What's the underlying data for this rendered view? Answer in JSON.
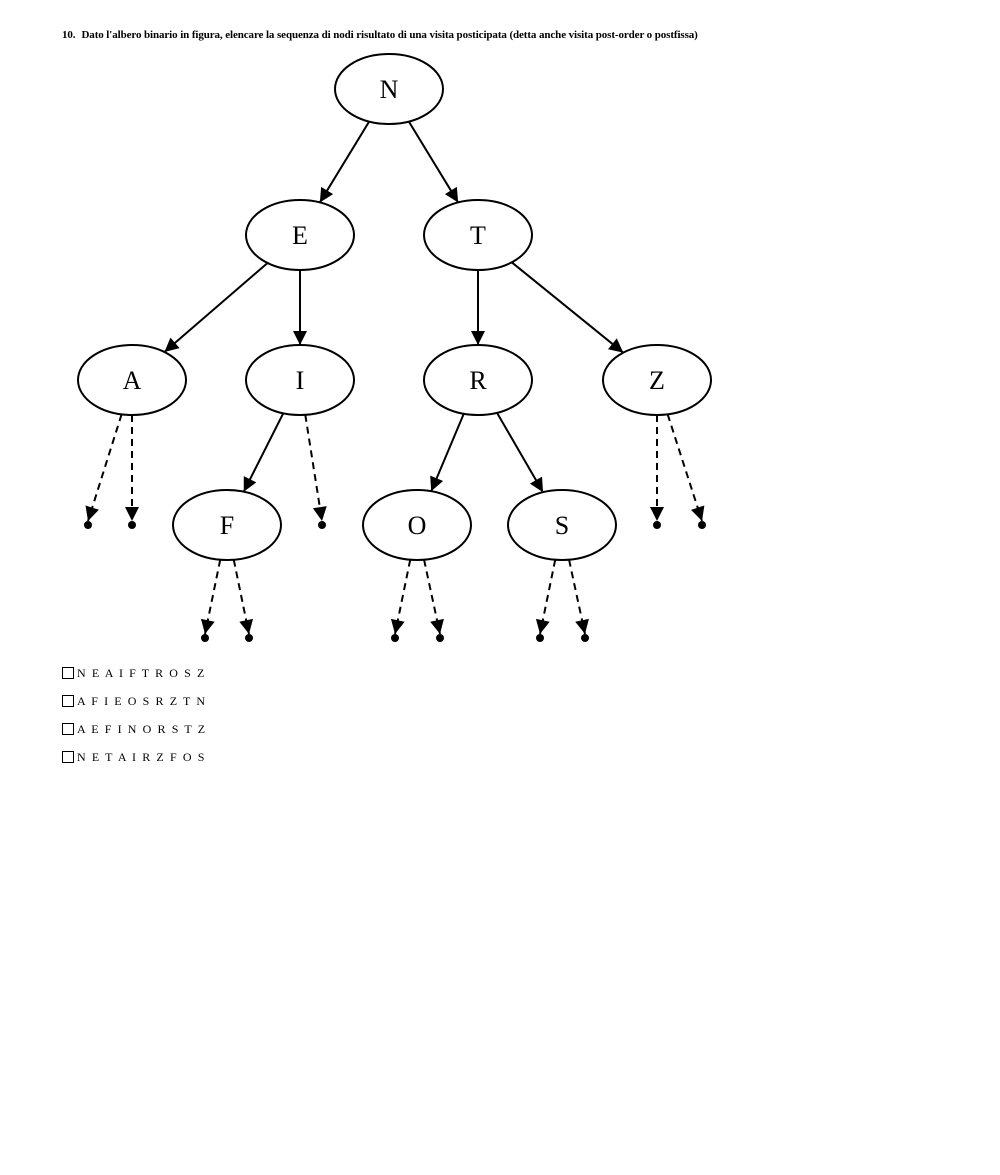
{
  "question": {
    "number": "10.",
    "text": "Dato l'albero binario in figura, elencare la sequenza di nodi risultato di una visita posticipata (detta anche visita post-order o postfissa)"
  },
  "tree": {
    "nodes": [
      {
        "id": "N",
        "label": "N"
      },
      {
        "id": "E",
        "label": "E"
      },
      {
        "id": "T",
        "label": "T"
      },
      {
        "id": "A",
        "label": "A"
      },
      {
        "id": "I",
        "label": "I"
      },
      {
        "id": "R",
        "label": "R"
      },
      {
        "id": "Z",
        "label": "Z"
      },
      {
        "id": "F",
        "label": "F"
      },
      {
        "id": "O",
        "label": "O"
      },
      {
        "id": "S",
        "label": "S"
      }
    ],
    "edges": [
      [
        "N",
        "E"
      ],
      [
        "N",
        "T"
      ],
      [
        "E",
        "A"
      ],
      [
        "E",
        "I"
      ],
      [
        "T",
        "R"
      ],
      [
        "T",
        "Z"
      ],
      [
        "I",
        "F"
      ],
      [
        "R",
        "O"
      ],
      [
        "R",
        "S"
      ]
    ],
    "null_children": [
      "A",
      "A",
      "I",
      "Z",
      "Z",
      "F",
      "F",
      "O",
      "O",
      "S",
      "S"
    ]
  },
  "options": [
    {
      "label": "N E A I F T R O S Z"
    },
    {
      "label": "A F I E O S R Z T N"
    },
    {
      "label": "A E F I N O R S T Z"
    },
    {
      "label": "N E T A I R Z F O S"
    }
  ]
}
